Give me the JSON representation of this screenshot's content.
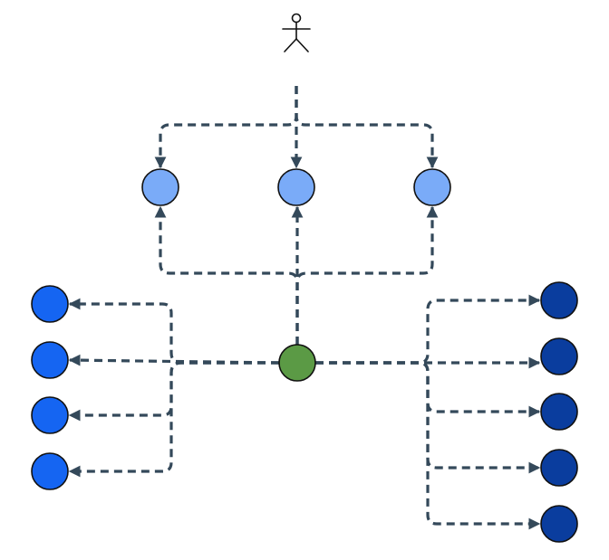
{
  "diagram": {
    "colors": {
      "background": "#ffffff",
      "edge": "#34495a",
      "node_outline": "#111111",
      "actor": "#111111"
    },
    "actor": {
      "id": "actor",
      "icon": "stick-figure-actor-icon"
    },
    "nodes": [
      {
        "id": "center",
        "color": "#5b9a45"
      },
      {
        "id": "top-left",
        "color": "#7aabf8"
      },
      {
        "id": "top-middle",
        "color": "#7aabf8"
      },
      {
        "id": "top-right",
        "color": "#7aabf8"
      },
      {
        "id": "left-1",
        "color": "#1565f2"
      },
      {
        "id": "left-2",
        "color": "#1565f2"
      },
      {
        "id": "left-3",
        "color": "#1565f2"
      },
      {
        "id": "left-4",
        "color": "#1565f2"
      },
      {
        "id": "right-1",
        "color": "#0a3d9e"
      },
      {
        "id": "right-2",
        "color": "#0a3d9e"
      },
      {
        "id": "right-3",
        "color": "#0a3d9e"
      },
      {
        "id": "right-4",
        "color": "#0a3d9e"
      },
      {
        "id": "right-5",
        "color": "#0a3d9e"
      }
    ],
    "edges": [
      {
        "from": "actor",
        "to": "top-left"
      },
      {
        "from": "actor",
        "to": "top-middle"
      },
      {
        "from": "actor",
        "to": "top-right"
      },
      {
        "from": "center",
        "to": "top-left"
      },
      {
        "from": "center",
        "to": "top-middle"
      },
      {
        "from": "center",
        "to": "top-right"
      },
      {
        "from": "center",
        "to": "left-1"
      },
      {
        "from": "center",
        "to": "left-2"
      },
      {
        "from": "center",
        "to": "left-3"
      },
      {
        "from": "center",
        "to": "left-4"
      },
      {
        "from": "center",
        "to": "right-1"
      },
      {
        "from": "center",
        "to": "right-2"
      },
      {
        "from": "center",
        "to": "right-3"
      },
      {
        "from": "center",
        "to": "right-4"
      },
      {
        "from": "center",
        "to": "right-5"
      }
    ]
  }
}
